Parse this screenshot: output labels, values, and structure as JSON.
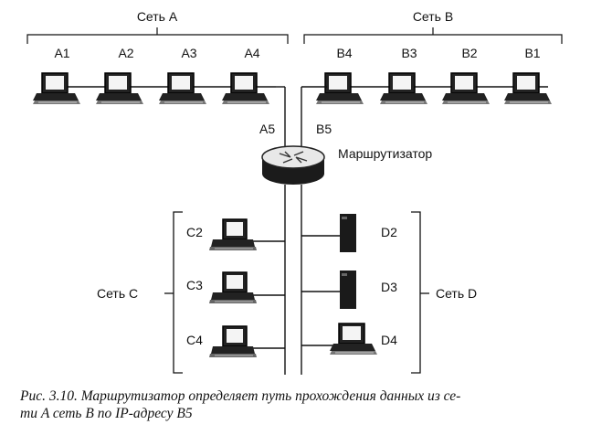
{
  "networks": {
    "a": {
      "label": "Сеть А",
      "hosts": [
        "A1",
        "A2",
        "A3",
        "A4"
      ],
      "router_port": "A5"
    },
    "b": {
      "label": "Сеть В",
      "hosts": [
        "B4",
        "B3",
        "B2",
        "B1"
      ],
      "router_port": "B5"
    },
    "c": {
      "label": "Сеть С",
      "hosts": [
        "C2",
        "C3",
        "C4"
      ]
    },
    "d": {
      "label": "Сеть D",
      "hosts": [
        "D2",
        "D3",
        "D4"
      ]
    }
  },
  "router": {
    "label": "Маршрутизатор"
  },
  "caption": {
    "line1": "Рис. 3.10. Маршрутизатор определяет путь прохождения данных из се-",
    "line2": "ти A сеть B по IP-адресу B5"
  }
}
